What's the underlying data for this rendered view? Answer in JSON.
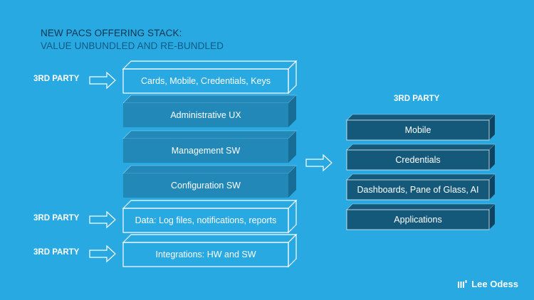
{
  "title": {
    "line1": "NEW PACS OFFERING STACK:",
    "line2": "VALUE UNBUNDLED AND RE-BUNDLED"
  },
  "left_stack": [
    {
      "label": "Cards, Mobile, Credentials, Keys",
      "style": "outline"
    },
    {
      "label": "Administrative UX",
      "style": "filled"
    },
    {
      "label": "Management SW",
      "style": "filled"
    },
    {
      "label": "Configuration SW",
      "style": "filled"
    },
    {
      "label": "Data: Log files, notifications, reports",
      "style": "outline"
    },
    {
      "label": "Integrations: HW and SW",
      "style": "outline"
    }
  ],
  "third_party_labels": [
    {
      "label": "3RD PARTY",
      "target": 0
    },
    {
      "label": "3RD PARTY",
      "target": 4
    },
    {
      "label": "3RD PARTY",
      "target": 5
    }
  ],
  "right_stack": {
    "heading": "3RD PARTY",
    "items": [
      {
        "label": "Mobile"
      },
      {
        "label": "Credentials"
      },
      {
        "label": "Dashboards, Pane of Glass, AI"
      },
      {
        "label": "Applications"
      }
    ]
  },
  "brand": {
    "name": "Lee Odess",
    "icon": "bars-logo-icon"
  },
  "colors": {
    "background": "#29a9e1",
    "filled_front": "#2188b8",
    "filled_side": "#186d96",
    "right_front": "#15597a",
    "right_side": "#0f4460",
    "outline": "#ffffff"
  }
}
